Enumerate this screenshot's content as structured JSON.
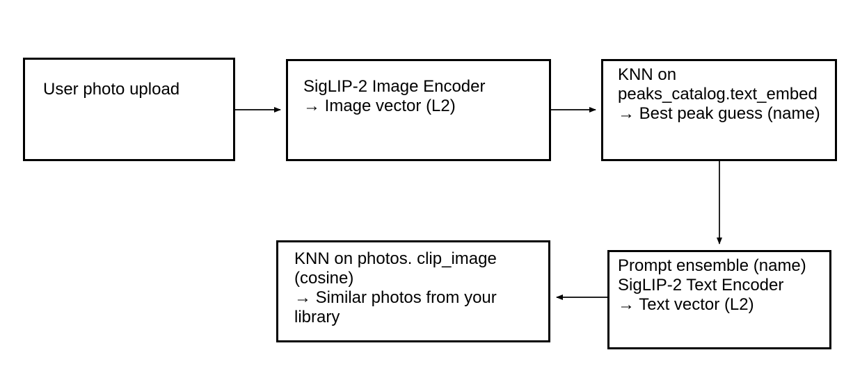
{
  "colors": {
    "background": "#ffffff",
    "node_fill": "#ffffff",
    "node_border": "#000000",
    "text": "#000000",
    "arrow": "#000000"
  },
  "nodes": {
    "upload": {
      "text": "User photo upload"
    },
    "image_encoder": {
      "text": "SigLIP-2 Image Encoder\n→ Image vector (L2)"
    },
    "knn_peaks": {
      "text": "KNN on\npeaks_catalog.text_embed\n→ Best peak guess (name)"
    },
    "text_encoder": {
      "text": "Prompt ensemble (name)\nSigLIP-2 Text Encoder\n→ Text vector (L2)"
    },
    "knn_photos": {
      "text": "KNN on photos. clip_image\n(cosine)\n→ Similar photos from your\nlibrary"
    }
  },
  "edges": [
    {
      "from": "upload",
      "to": "image_encoder",
      "direction": "right"
    },
    {
      "from": "image_encoder",
      "to": "knn_peaks",
      "direction": "right"
    },
    {
      "from": "knn_peaks",
      "to": "text_encoder",
      "direction": "down"
    },
    {
      "from": "text_encoder",
      "to": "knn_photos",
      "direction": "left"
    }
  ]
}
